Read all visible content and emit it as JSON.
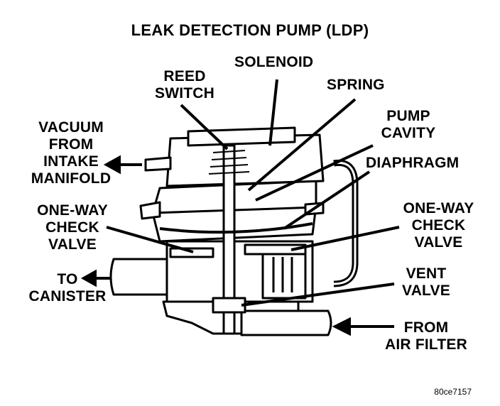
{
  "title": "LEAK DETECTION PUMP (LDP)",
  "labels": {
    "solenoid": "SOLENOID",
    "reed_switch": [
      "REED",
      "SWITCH"
    ],
    "spring": "SPRING",
    "pump_cavity": [
      "PUMP",
      "CAVITY"
    ],
    "vacuum": [
      "VACUUM",
      "FROM",
      "INTAKE",
      "MANIFOLD"
    ],
    "diaphragm": "DIAPHRAGM",
    "check_valve_left": [
      "ONE-WAY",
      "CHECK",
      "VALVE"
    ],
    "check_valve_right": [
      "ONE-WAY",
      "CHECK",
      "VALVE"
    ],
    "to_canister": [
      "TO",
      "CANISTER"
    ],
    "vent_valve": [
      "VENT",
      "VALVE"
    ],
    "from_air_filter": [
      "FROM",
      "AIR FILTER"
    ]
  },
  "figure_code": "80ce7157"
}
